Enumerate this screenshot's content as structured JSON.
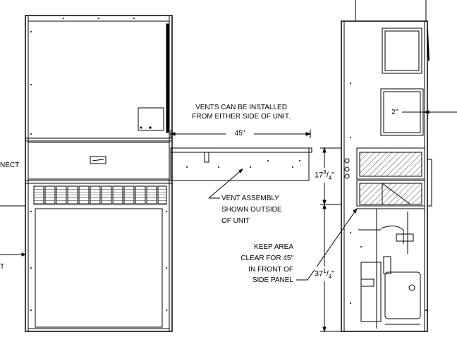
{
  "labels": {
    "vents_note_line1": "VENTS CAN BE INSTALLED",
    "vents_note_line2": "FROM EITHER SIDE OF UNIT.",
    "width_dim": "45\"",
    "vent_assembly_line1": "VENT ASSEMBLY",
    "vent_assembly_line2": "SHOWN OUTSIDE",
    "vent_assembly_line3": "OF UNIT",
    "keep_area_line1": "KEEP AREA",
    "keep_area_line2": "CLEAR FOR 45\"",
    "keep_area_line3": "IN FRONT OF",
    "keep_area_line4": "SIDE PANEL",
    "two_inch": "2\"",
    "dim_17_whole": "17",
    "dim_17_num": "3",
    "dim_17_den": "4",
    "dim_17_unit": "\"",
    "dim_37_whole": "37",
    "dim_37_num": "1",
    "dim_37_den": "4",
    "dim_37_unit": "\"",
    "cut_text_connect": "NECT",
    "cut_text_t": "T"
  },
  "colors": {
    "line": "#000000",
    "hatch": "#555555",
    "background": "#ffffff"
  }
}
